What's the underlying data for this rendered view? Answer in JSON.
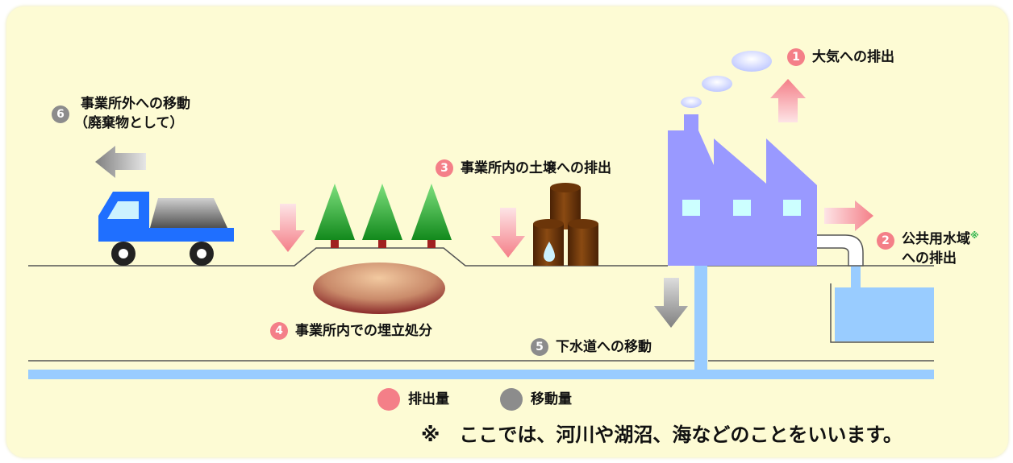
{
  "items": [
    {
      "num": "1",
      "label": "大気への排出"
    },
    {
      "num": "2",
      "label_line1": "公共用水域",
      "label_mark": "※",
      "label_line2": "への排出"
    },
    {
      "num": "3",
      "label": "事業所内の土壌への排出"
    },
    {
      "num": "4",
      "label": "事業所内での埋立処分"
    },
    {
      "num": "5",
      "label": "下水道への移動"
    },
    {
      "num": "6",
      "label_line1": "事業所外への移動",
      "label_line2": "（廃棄物として）"
    }
  ],
  "legend": {
    "emission": {
      "label": "排出量",
      "color": "#f47f88"
    },
    "transfer": {
      "label": "移動量",
      "color": "#8c8c8c"
    }
  },
  "note": "※　ここでは、河川や湖沼、海などのことをいいます。",
  "colors": {
    "background": "#fdfbd4",
    "factory": "#9999ff",
    "truck": "#1f6fff",
    "water": "#99ccff",
    "tree": "#1b9e2a",
    "barrel": "#7a3d0a"
  }
}
